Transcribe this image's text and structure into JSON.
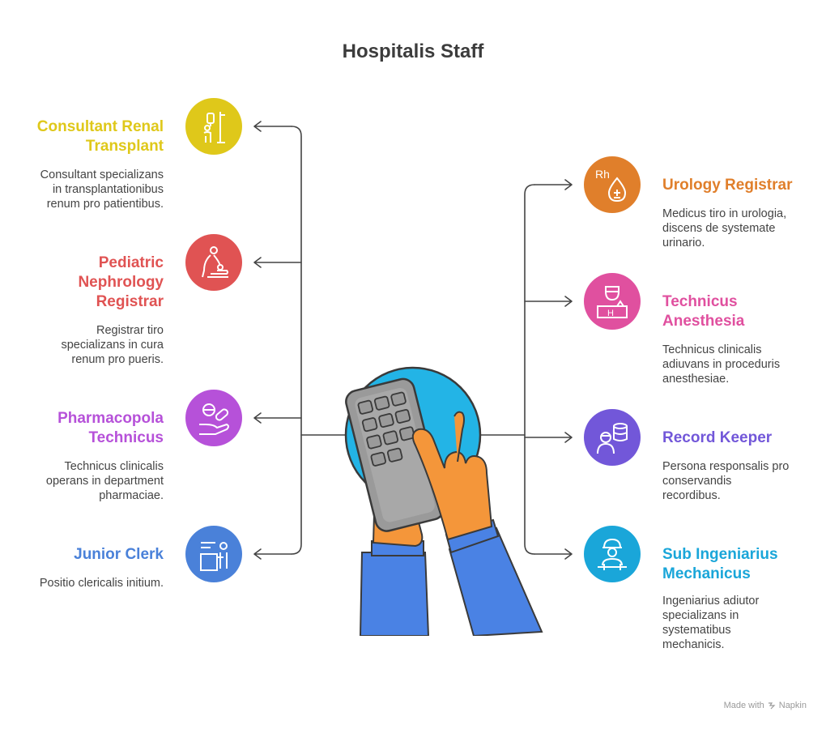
{
  "title": "Hospitalis Staff",
  "roles": [
    {
      "key": "consultant",
      "title": "Consultant Renal\nTransplant",
      "desc": "Consultant specializans\nin transplantationibus\nrenum pro patientibus.",
      "color": "#dfc81a",
      "icon": "iv-drip-icon"
    },
    {
      "key": "pediatric",
      "title": "Pediatric\nNephrology\nRegistrar",
      "desc": "Registrar tiro\nspecializans in cura\nrenum pro pueris.",
      "color": "#e05353",
      "icon": "baby-care-icon"
    },
    {
      "key": "pharmacopola",
      "title": "Pharmacopola\nTechnicus",
      "desc": "Technicus clinicalis\noperans in department\npharmaciae.",
      "color": "#b651d9",
      "icon": "pill-hand-icon"
    },
    {
      "key": "clerk",
      "title": "Junior Clerk",
      "desc": "Positio clericalis initium.",
      "color": "#4a81d9",
      "icon": "clerk-desk-icon"
    },
    {
      "key": "urology",
      "title": "Urology Registrar",
      "desc": "Medicus tiro in urologia,\ndiscens de systemate\nurinario.",
      "color": "#e07f2b",
      "icon": "blood-drop-icon",
      "icon_text": "Rh"
    },
    {
      "key": "anesthesia",
      "title": "Technicus\nAnesthesia",
      "desc": "Technicus clinicalis\nadiuvans in proceduris\nanesthesiae.",
      "color": "#e0509f",
      "icon": "hospital-staff-icon",
      "icon_text": "H"
    },
    {
      "key": "record",
      "title": "Record Keeper",
      "desc": "Persona responsalis pro\nconservandis\nrecordibus.",
      "color": "#7257d9",
      "icon": "database-person-icon"
    },
    {
      "key": "engineer",
      "title": "Sub Ingeniarius\nMechanicus",
      "desc": "Ingeniarius adiutor\nspecializans in\nsystematibus\nmechanicis.",
      "color": "#1aa6d9",
      "icon": "hard-hat-worker-icon"
    }
  ],
  "center_icon": "hands-calculator-icon",
  "brand": {
    "prefix": "Made with",
    "name": "Napkin",
    "icon": "napkin-logo-icon"
  }
}
